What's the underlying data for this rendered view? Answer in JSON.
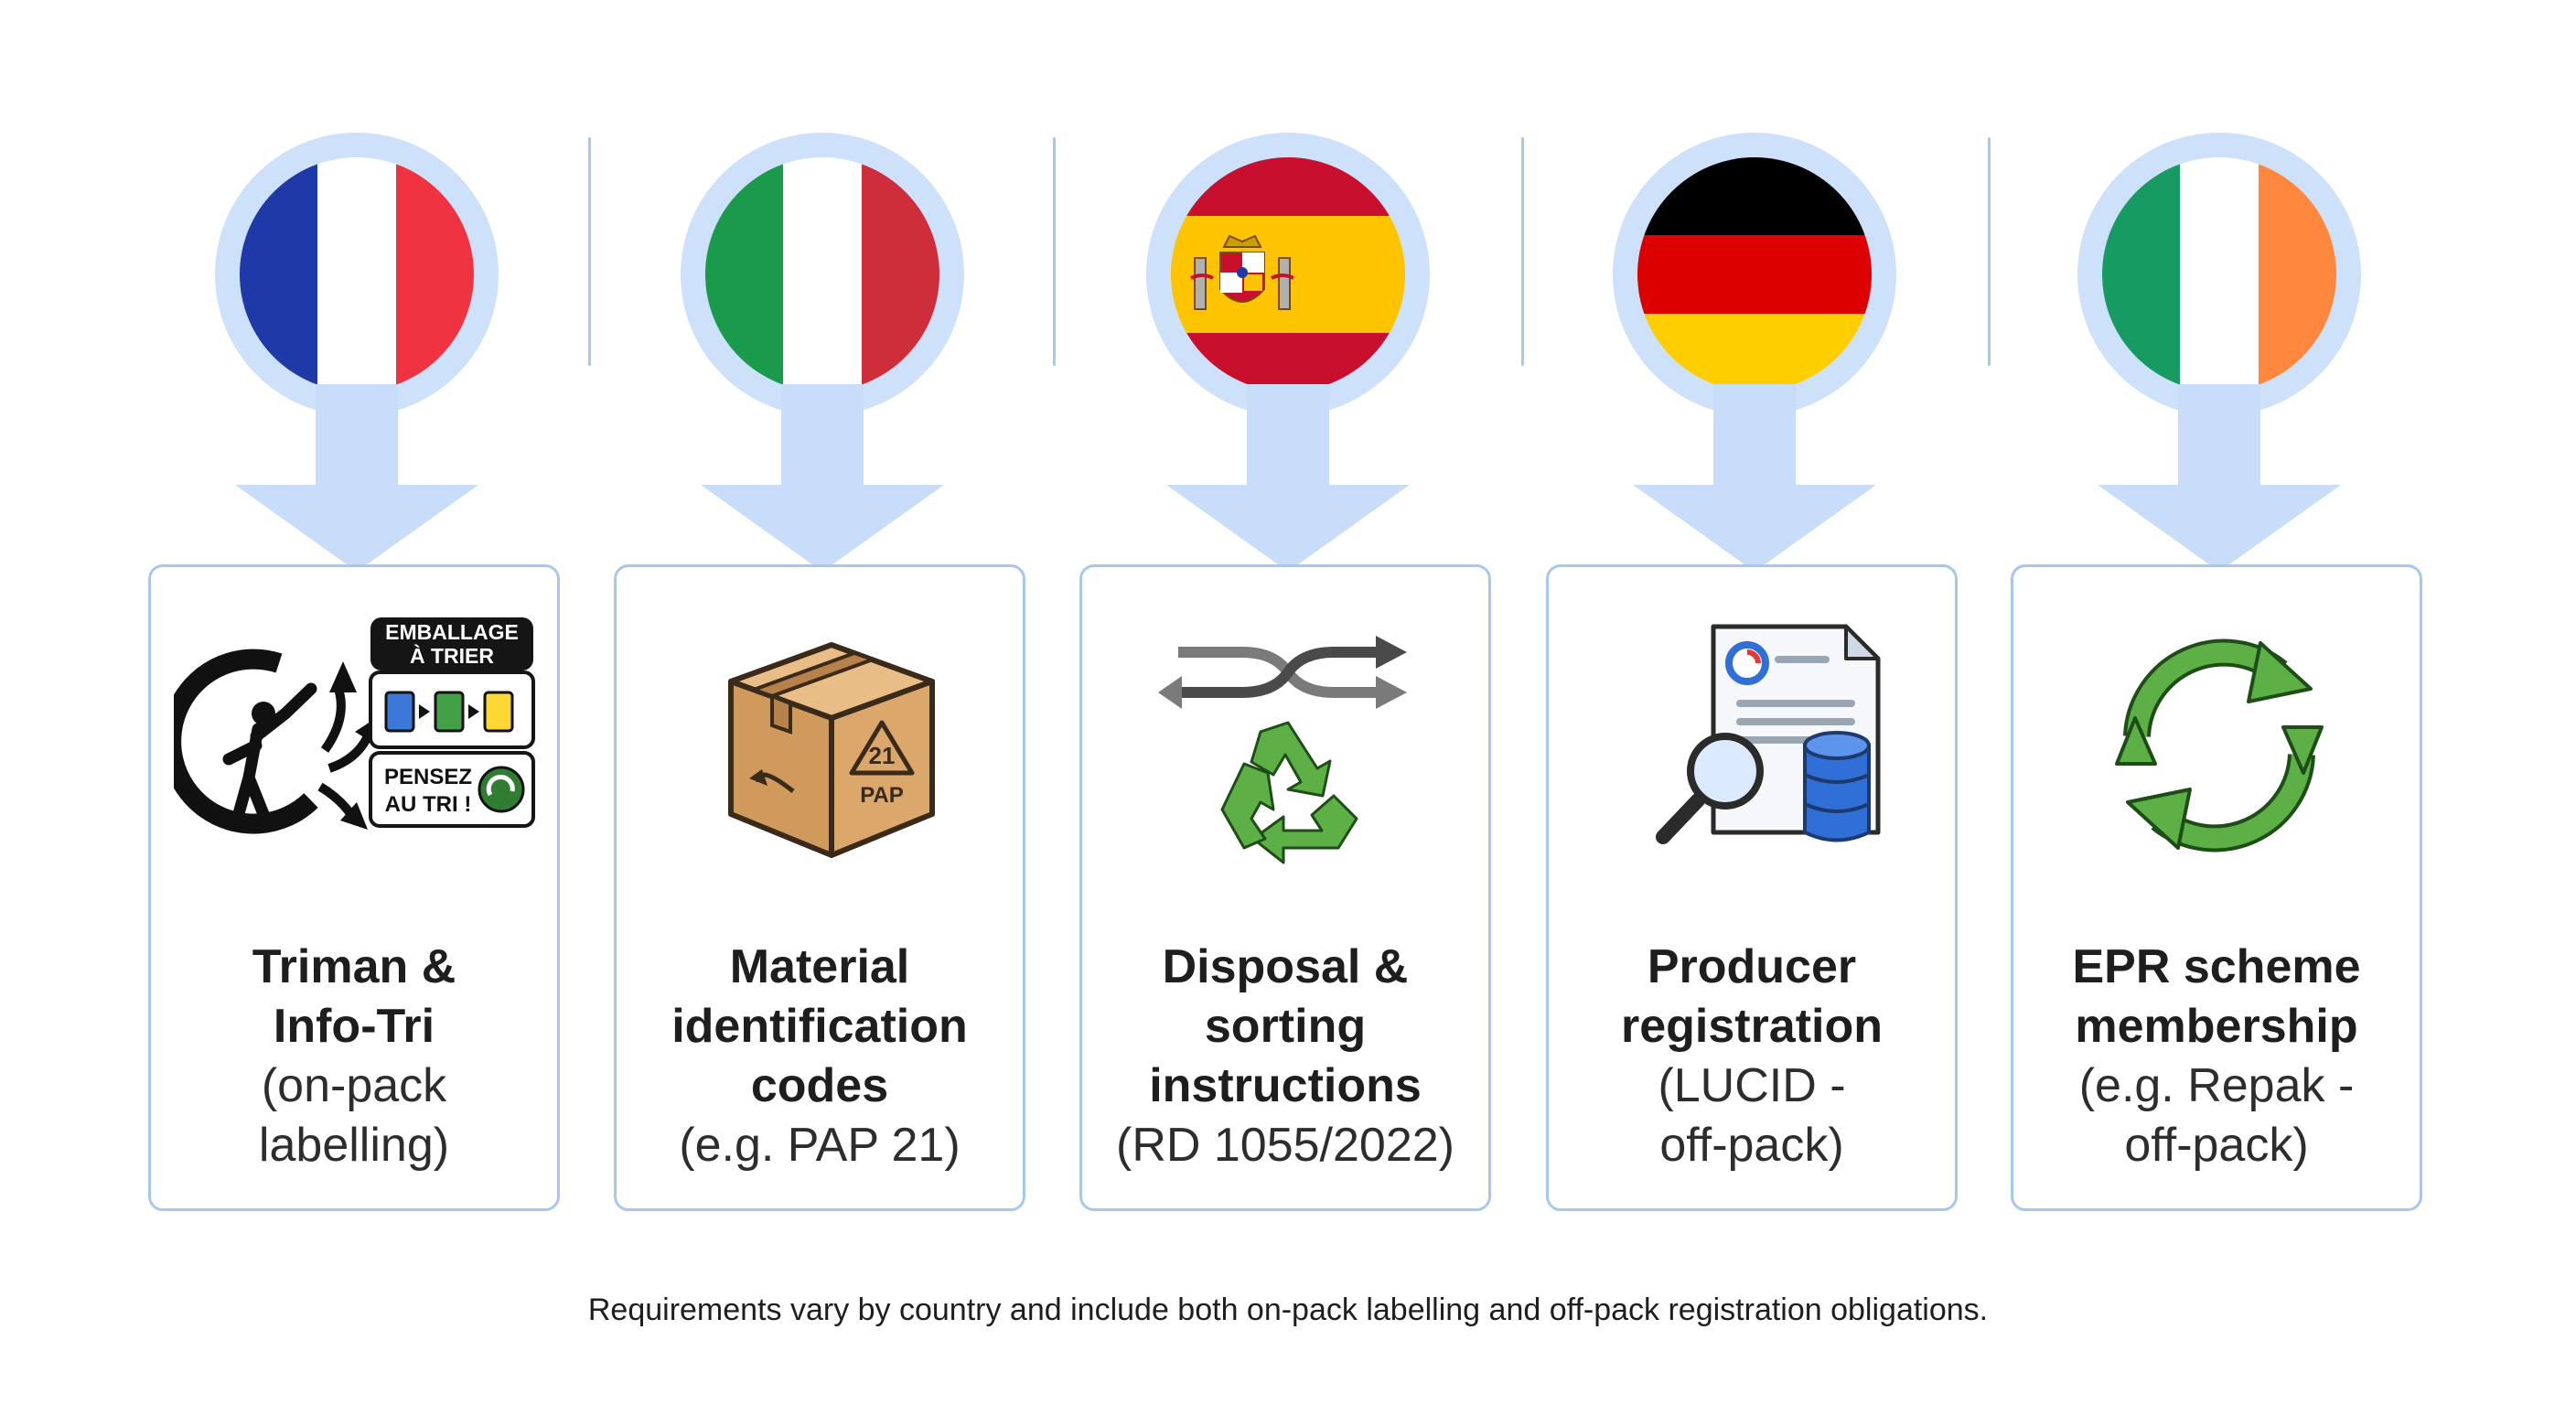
{
  "colors": {
    "ring": "#cde1fb",
    "arrow": "#c7ddfa",
    "card_border": "#a8c7ee",
    "title_text": "#1e1e1e",
    "recycle_green": "#5cb046",
    "france": [
      "#1e3aa8",
      "#ffffff",
      "#ef3340"
    ],
    "italy": [
      "#1a9a4b",
      "#ffffff",
      "#cd2e3a"
    ],
    "spain": [
      "#c8102e",
      "#ffc400",
      "#c8102e"
    ],
    "germany": [
      "#000000",
      "#dd0000",
      "#ffce00"
    ],
    "ireland": [
      "#169b62",
      "#ffffff",
      "#ff883e"
    ]
  },
  "columns": [
    {
      "country_flag": "france-flag",
      "icon": "triman-info-tri-icon",
      "badge": {
        "top_line_1": "EMBALLAGE",
        "top_line_2": "À TRIER",
        "bottom_line_1": "PENSEZ",
        "bottom_line_2": "AU TRI !"
      },
      "title_line_1": "Triman &",
      "title_line_2": "Info-Tri",
      "sub_line_1": "(on-pack",
      "sub_line_2": "labelling)"
    },
    {
      "country_flag": "italy-flag",
      "icon": "cardboard-box-icon",
      "box_code": "21",
      "box_material": "PAP",
      "title_line_1": "Material",
      "title_line_2": "identification",
      "title_line_3": "codes",
      "sub_line_1": "(e.g. PAP 21)"
    },
    {
      "country_flag": "spain-flag",
      "icon": "sorting-arrows-recycle-icon",
      "title_line_1": "Disposal &",
      "title_line_2": "sorting",
      "title_line_3": "instructions",
      "sub_line_1": "(RD 1055/2022)"
    },
    {
      "country_flag": "germany-flag",
      "icon": "document-search-database-icon",
      "title_line_1": "Producer",
      "title_line_2": "registration",
      "sub_line_1": "(LUCID -",
      "sub_line_2": "off-pack)"
    },
    {
      "country_flag": "ireland-flag",
      "icon": "circular-arrows-icon",
      "title_line_1": "EPR scheme",
      "title_line_2": "membership",
      "sub_line_1": "(e.g. Repak -",
      "sub_line_2": "off-pack)"
    }
  ],
  "footnote": "Requirements vary by country and include both on-pack labelling and off-pack registration obligations."
}
